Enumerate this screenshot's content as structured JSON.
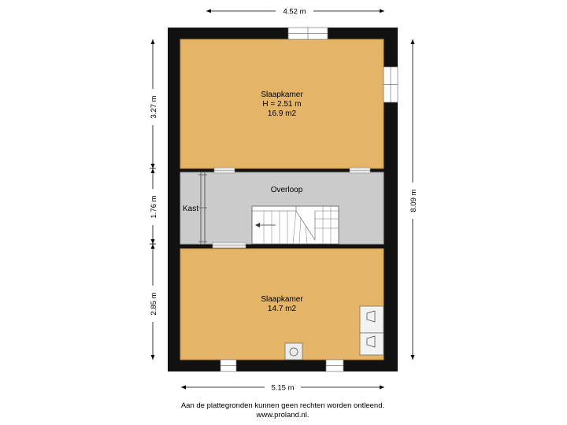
{
  "dimensions": {
    "top_width": "4.52 m",
    "bottom_width": "5.15 m",
    "left_top": "3.27 m",
    "left_middle": "1.76 m",
    "left_bottom": "2.85 m",
    "right_total": "8.09 m"
  },
  "rooms": {
    "bedroom_top": {
      "name": "Slaapkamer",
      "height": "H = 2.51 m",
      "area": "16.9 m2"
    },
    "landing": {
      "name": "Overloop"
    },
    "closet": {
      "name": "Kast"
    },
    "bedroom_bottom": {
      "name": "Slaapkamer",
      "area": "14.7 m2"
    }
  },
  "footer": {
    "disclaimer": "Aan de plattegronden kunnen geen rechten worden ontleend.",
    "website": "www.proland.nl."
  },
  "colors": {
    "wall": "#111111",
    "room_fill": "#e5b567",
    "room_edge": "#c48d3c",
    "landing_fill": "#cbcbcb",
    "dimension_line": "#000000"
  }
}
